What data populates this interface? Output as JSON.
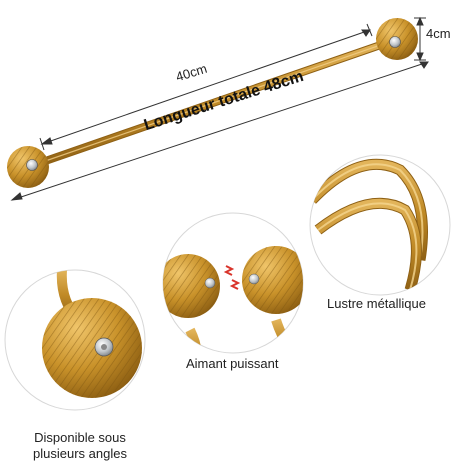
{
  "dimensions": {
    "rod_length": "40cm",
    "ball_size": "4cm",
    "total_length": "Longueur totale 48cm"
  },
  "features": {
    "magnet": "Aimant puissant",
    "luster": "Lustre métallique",
    "angles_line1": "Disponible sous",
    "angles_line2": "plusieurs angles"
  },
  "colors": {
    "gold": "#C9922A",
    "gold_dark": "#9A6A16",
    "gold_light": "#E6B85A",
    "magnet_red": "#D9342B"
  }
}
